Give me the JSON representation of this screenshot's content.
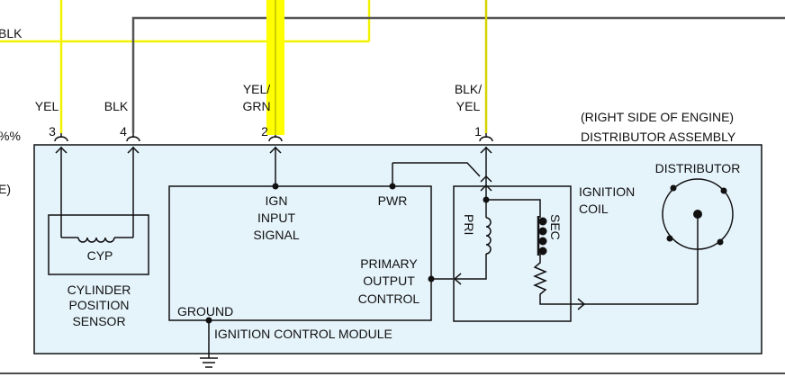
{
  "labels": {
    "top_wire": "BLK",
    "left_edge_1": "%%",
    "left_edge_2": "E)",
    "pins": [
      "3",
      "4",
      "2",
      "1"
    ],
    "wire_yel_3": "YEL",
    "wire_blk_4": "BLK",
    "wire_yelgrn_line1": "YEL/",
    "wire_yelgrn_line2": "GRN",
    "wire_blkyel_line1": "BLK/",
    "wire_blkyel_line2": "YEL",
    "location": "(RIGHT SIDE OF ENGINE)",
    "assembly": "DISTRIBUTOR ASSEMBLY",
    "cyp": "CYP",
    "sensor_line1": "CYLINDER",
    "sensor_line2": "POSITION",
    "sensor_line3": "SENSOR",
    "icm_ign_1": "IGN",
    "icm_ign_2": "INPUT",
    "icm_ign_3": "SIGNAL",
    "icm_pwr": "PWR",
    "icm_prim_1": "PRIMARY",
    "icm_prim_2": "OUTPUT",
    "icm_prim_3": "CONTROL",
    "icm_ground": "GROUND",
    "icm_name": "IGNITION CONTROL MODULE",
    "coil_1": "IGNITION",
    "coil_2": "COIL",
    "pri": "PRI",
    "sec": "SEC",
    "distributor": "DISTRIBUTOR"
  },
  "colors": {
    "yellow_wire": "#f2f200",
    "highlight": "#ffff00",
    "black_wire": "#555555",
    "line": "#111111",
    "assembly_fill": "#e5f3fb"
  }
}
